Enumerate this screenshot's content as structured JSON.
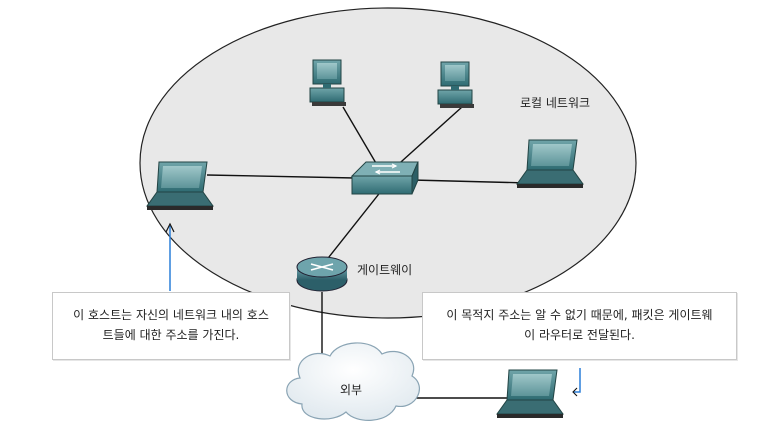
{
  "labels": {
    "local_network": "로컬 네트워크",
    "gateway": "게이트웨이",
    "external": "외부"
  },
  "callouts": {
    "left": {
      "line1": "이 호스트는 자신의 네트워크 내의 호스",
      "line2": "트들에 대한 주소를 가진다."
    },
    "right": {
      "line1": "이 목적지 주소는 알 수 없기 때문에, 패킷은 게이트웨",
      "line2": "이 라우터로 전달된다."
    }
  },
  "icons": {
    "pc": "desktop-pc-icon",
    "laptop": "laptop-icon",
    "switch": "switch-icon",
    "router": "router-icon",
    "cloud": "cloud-icon"
  },
  "colors": {
    "network_fill": "#e7e7e7",
    "device_teal": "#3f7f86",
    "pointer_blue": "#2b7fd8",
    "router": "#3f7f8a"
  }
}
